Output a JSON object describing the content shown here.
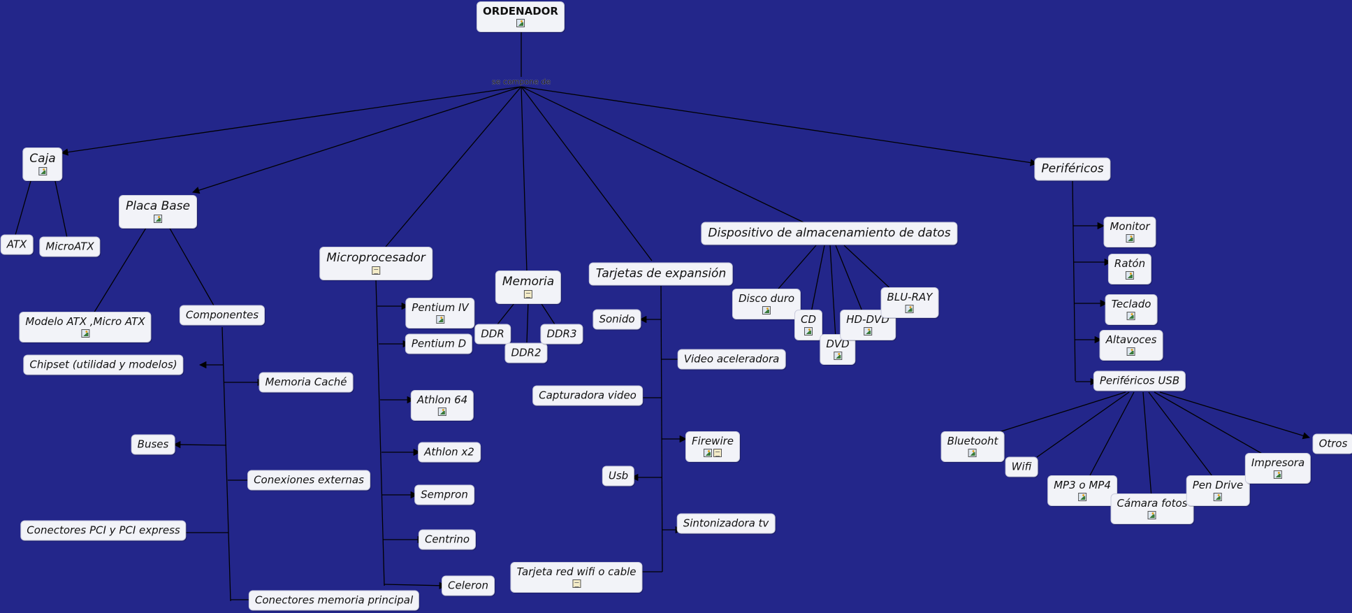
{
  "colors": {
    "background": "#23268a",
    "node_fill": "#f2f3f8",
    "line": "#000000"
  },
  "root": {
    "label": "ORDENADOR",
    "icons": [
      "image"
    ]
  },
  "link_phrase": "se compone de",
  "nodes": {
    "caja": {
      "label": "Caja",
      "icons": [
        "image"
      ]
    },
    "atx": {
      "label": "ATX",
      "icons": []
    },
    "microatx": {
      "label": "MicroATX",
      "icons": []
    },
    "placa_base": {
      "label": "Placa Base",
      "icons": [
        "image"
      ]
    },
    "modelo_atx": {
      "label": "Modelo ATX ,Micro ATX",
      "icons": [
        "image"
      ]
    },
    "componentes": {
      "label": "Componentes",
      "icons": []
    },
    "chipset": {
      "label": "Chipset (utilidad y modelos)",
      "icons": []
    },
    "memoria_cache": {
      "label": "Memoria Caché",
      "icons": []
    },
    "buses": {
      "label": "Buses",
      "icons": []
    },
    "conexiones_externas": {
      "label": "Conexiones externas",
      "icons": []
    },
    "conectores_pci": {
      "label": "Conectores PCI y PCI express",
      "icons": []
    },
    "conectores_memoria": {
      "label": "Conectores memoria principal",
      "icons": []
    },
    "microprocesador": {
      "label": "Microprocesador",
      "icons": [
        "doc"
      ]
    },
    "pentium_iv": {
      "label": "Pentium IV",
      "icons": [
        "image"
      ]
    },
    "pentium_d": {
      "label": "Pentium D",
      "icons": []
    },
    "athlon_64": {
      "label": "Athlon 64",
      "icons": [
        "image"
      ]
    },
    "athlon_x2": {
      "label": "Athlon x2",
      "icons": []
    },
    "sempron": {
      "label": "Sempron",
      "icons": []
    },
    "centrino": {
      "label": "Centrino",
      "icons": []
    },
    "celeron": {
      "label": "Celeron",
      "icons": []
    },
    "memoria": {
      "label": "Memoria",
      "icons": [
        "doc"
      ]
    },
    "ddr": {
      "label": "DDR",
      "icons": []
    },
    "ddr2": {
      "label": "DDR2",
      "icons": []
    },
    "ddr3": {
      "label": "DDR3",
      "icons": []
    },
    "tarjetas": {
      "label": "Tarjetas de expansión",
      "icons": []
    },
    "sonido": {
      "label": "Sonido",
      "icons": []
    },
    "video_aceleradora": {
      "label": "Video aceleradora",
      "icons": []
    },
    "capturadora": {
      "label": "Capturadora video",
      "icons": []
    },
    "firewire": {
      "label": "Firewire",
      "icons": [
        "image",
        "doc"
      ]
    },
    "usb": {
      "label": "Usb",
      "icons": []
    },
    "sintonizadora": {
      "label": "Sintonizadora tv",
      "icons": []
    },
    "tarjeta_red": {
      "label": "Tarjeta red wifi o cable",
      "icons": [
        "doc"
      ]
    },
    "almacenamiento": {
      "label": "Dispositivo de almacenamiento de datos",
      "icons": []
    },
    "disco_duro": {
      "label": "Disco duro",
      "icons": [
        "image"
      ]
    },
    "cd": {
      "label": "CD",
      "icons": [
        "image"
      ]
    },
    "dvd": {
      "label": "DVD",
      "icons": [
        "image"
      ]
    },
    "hd_dvd": {
      "label": "HD-DVD",
      "icons": [
        "image"
      ]
    },
    "blu_ray": {
      "label": "BLU-RAY",
      "icons": [
        "image"
      ]
    },
    "perifericos": {
      "label": "Periféricos",
      "icons": []
    },
    "monitor": {
      "label": "Monitor",
      "icons": [
        "image"
      ]
    },
    "raton": {
      "label": "Ratón",
      "icons": [
        "image"
      ]
    },
    "teclado": {
      "label": "Teclado",
      "icons": [
        "image"
      ]
    },
    "altavoces": {
      "label": "Altavoces",
      "icons": [
        "image"
      ]
    },
    "perifericos_usb": {
      "label": "Periféricos USB",
      "icons": []
    },
    "bluetooht": {
      "label": "Bluetooht",
      "icons": [
        "image"
      ]
    },
    "wifi": {
      "label": "Wifi",
      "icons": []
    },
    "mp3": {
      "label": "MP3 o MP4",
      "icons": [
        "image"
      ]
    },
    "camara": {
      "label": "Cámara fotos",
      "icons": [
        "image"
      ]
    },
    "pen_drive": {
      "label": "Pen Drive",
      "icons": [
        "image"
      ]
    },
    "impresora": {
      "label": "Impresora",
      "icons": [
        "image"
      ]
    },
    "otros": {
      "label": "Otros",
      "icons": []
    }
  }
}
